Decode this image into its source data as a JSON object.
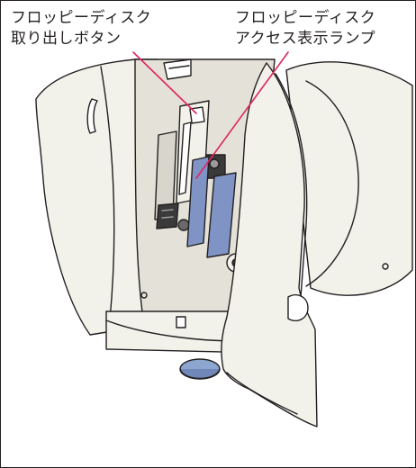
{
  "callouts": {
    "eject_button": {
      "line1": "フロッピーディスク",
      "line2": "取り出しボタン"
    },
    "access_lamp": {
      "line1": "フロッピーディスク",
      "line2": "アクセス表示ランプ"
    }
  },
  "colors": {
    "leader_line": "#e0245e",
    "outline": "#231f20",
    "body_light": "#f2f1ea",
    "body_shade": "#e4e2d8",
    "connector_blue": "#7f93c4",
    "foot_blue": "#8da6cf"
  }
}
